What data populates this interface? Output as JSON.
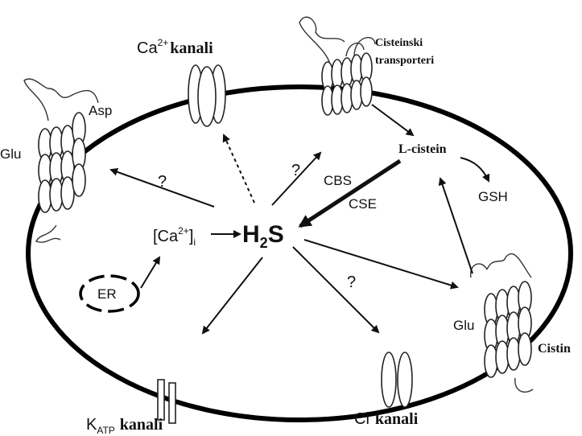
{
  "diagram": {
    "labels": {
      "ca_channels": {
        "main": "Ca",
        "sup": "2+",
        "rest": "kanali"
      },
      "cysteine_transporters": {
        "line1": "Cisteinski",
        "line2": "transporteri"
      },
      "asp": "Asp",
      "glu_left": "Glu",
      "glu_right": "Glu",
      "l_cysteine": "L-cistein",
      "gsh": "GSH",
      "cbs": "CBS",
      "cse": "CSE",
      "h2s": {
        "main": "H",
        "sub": "2",
        "rest": "S"
      },
      "ca_i": {
        "open": "[Ca",
        "sup": "2+",
        "close": "]",
        "sub": "i"
      },
      "er": "ER",
      "katp": {
        "main": "K",
        "sub": "ATP",
        "rest": "kanali"
      },
      "cl": {
        "main": "Cl",
        "sup": "-",
        "rest": "kanali"
      },
      "cistin": "Cistin",
      "question_marks": [
        "?",
        "?",
        "?"
      ]
    },
    "colors": {
      "stroke": "#111111",
      "background": "#ffffff"
    }
  }
}
